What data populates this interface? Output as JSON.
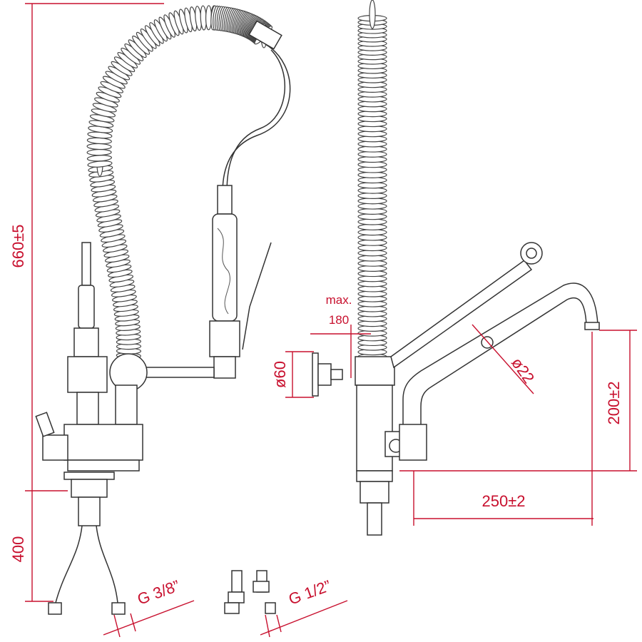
{
  "drawing": {
    "dimensions": {
      "total_height": "660±5",
      "hose_length": "400",
      "thread_left": "G 3/8”",
      "thread_right": "G 1/2”",
      "max_label": "max.",
      "max_value": "180",
      "base_diameter": "ø60",
      "spout_diameter": "ø22",
      "spout_height": "200±2",
      "spout_reach": "250±2"
    },
    "colors": {
      "dimension": "#c8102e",
      "outline": "#333333"
    }
  }
}
